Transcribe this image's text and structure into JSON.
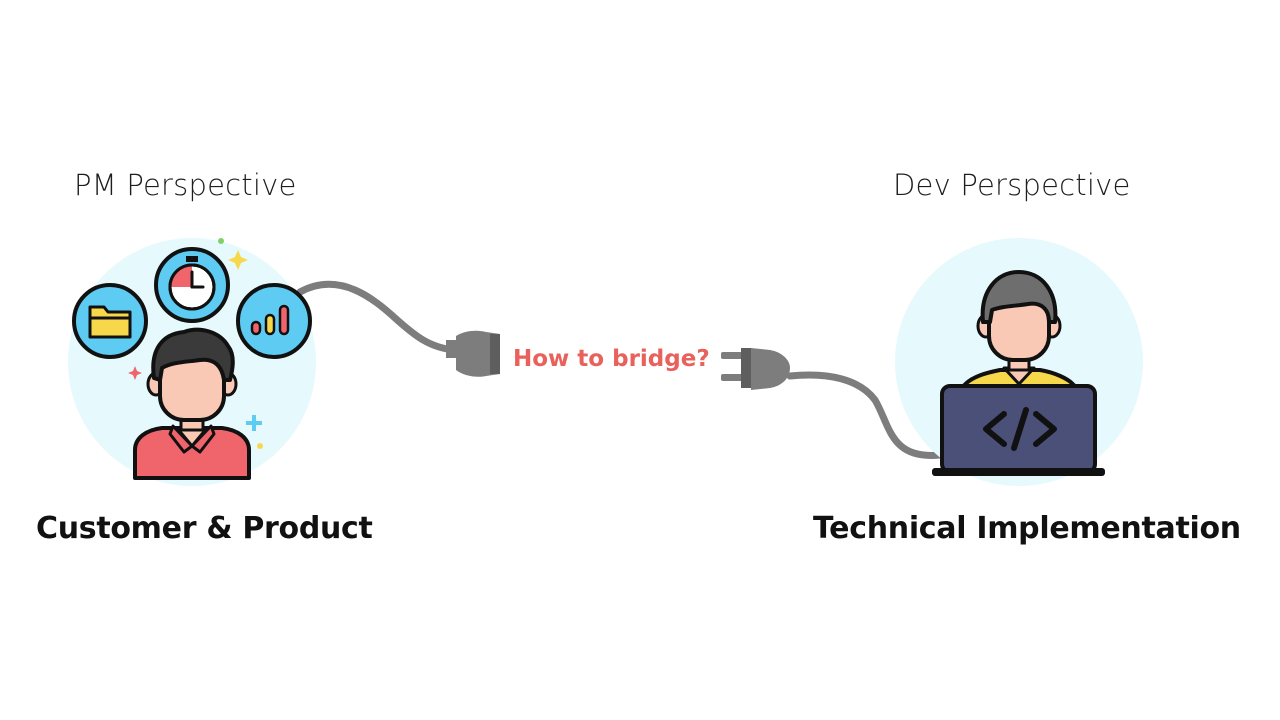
{
  "pm": {
    "title": "PM Perspective",
    "caption": "Customer & Product"
  },
  "dev": {
    "title": "Dev Perspective",
    "caption": "Technical Implementation"
  },
  "bridge": {
    "label": "How to bridge?"
  },
  "colors": {
    "accent": "#e8615b",
    "halo": "#e6f9fd",
    "cable": "#7d7d7d",
    "pm_shirt": "#f0646c",
    "laptop": "#4a5078",
    "dev_shirt": "#f7d84a",
    "icon_bubble": "#5ecbf3"
  }
}
